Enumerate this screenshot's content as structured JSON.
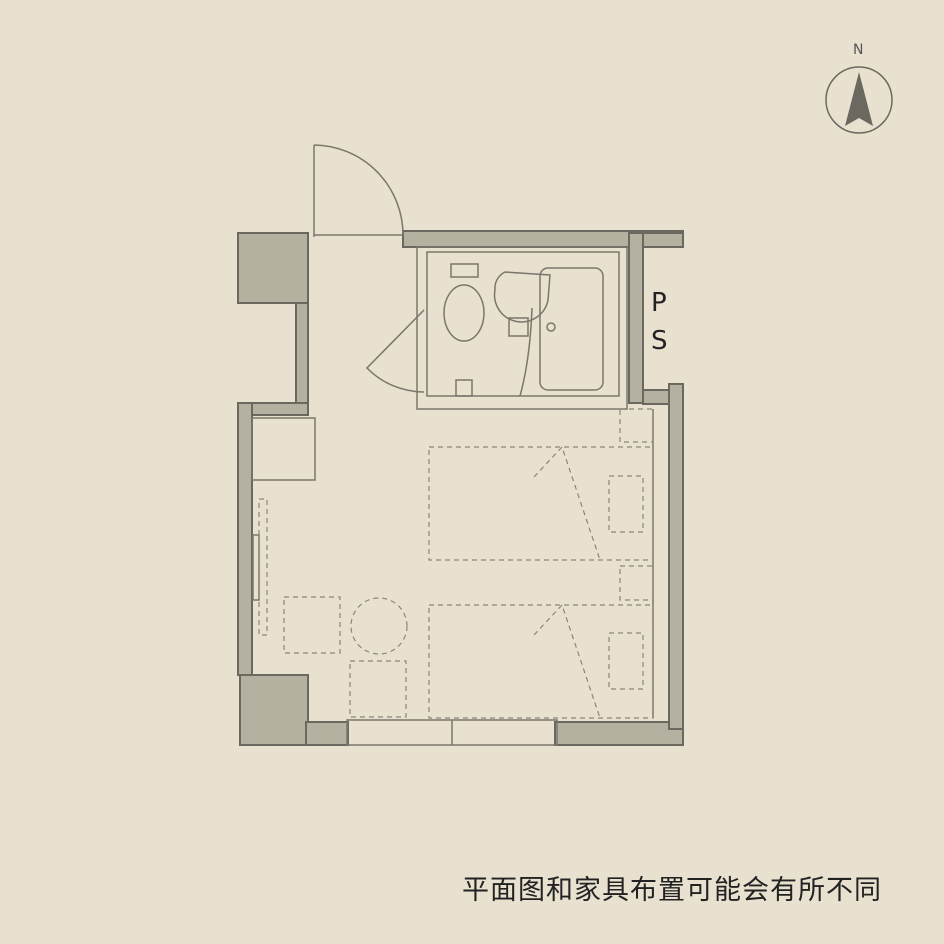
{
  "compass": {
    "label": "N",
    "icon": "north-arrow-icon"
  },
  "rooms": {
    "pipe_space": {
      "letters": [
        "P",
        "S"
      ]
    }
  },
  "footer": {
    "note": "平面图和家具布置可能会有所不同"
  },
  "colors": {
    "background": "#e8e1d0",
    "wall_fill": "#b5b1a1",
    "line": "#6b6860"
  }
}
